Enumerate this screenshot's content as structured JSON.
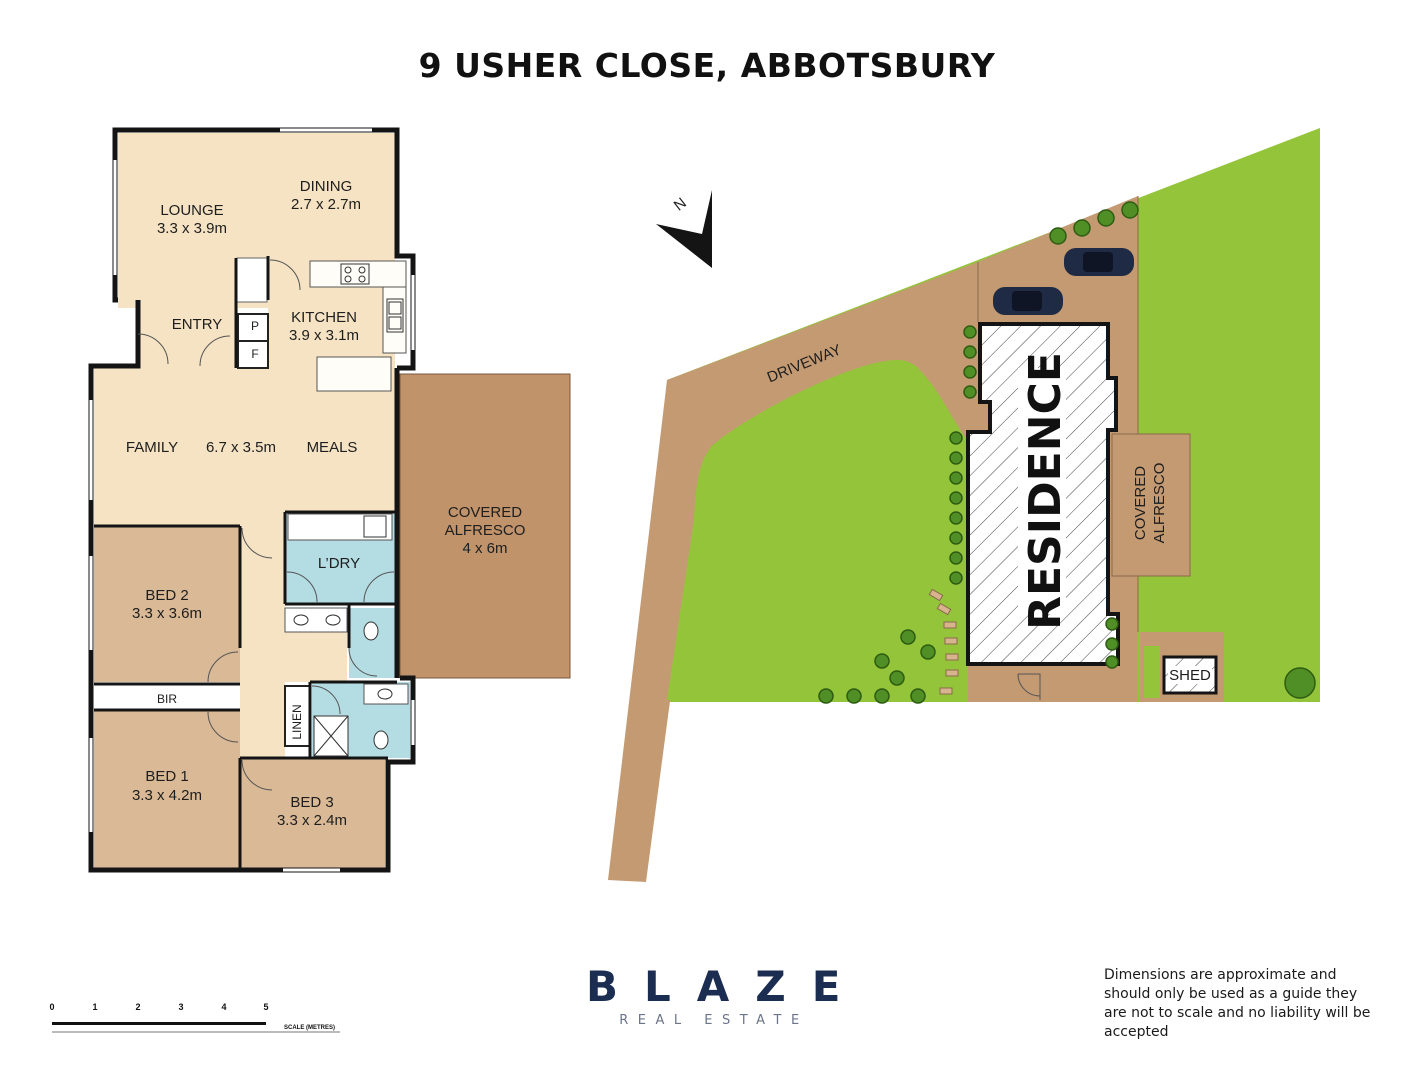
{
  "title": "9 USHER CLOSE, ABBOTSBURY",
  "floorplan": {
    "rooms": {
      "lounge": {
        "name": "LOUNGE",
        "size": "3.3 x 3.9m"
      },
      "dining": {
        "name": "DINING",
        "size": "2.7 x 2.7m"
      },
      "entry": {
        "name": "ENTRY"
      },
      "kitchen": {
        "name": "KITCHEN",
        "size": "3.9 x 3.1m"
      },
      "pantry": "P",
      "fridge": "F",
      "family": {
        "name": "FAMILY",
        "size": "6.7 x 3.5m"
      },
      "meals": {
        "name": "MEALS"
      },
      "alfresco": {
        "line1": "COVERED",
        "line2": "ALFRESCO",
        "size": "4 x 6m"
      },
      "laundry": {
        "name": "L’DRY"
      },
      "bed2": {
        "name": "BED 2",
        "size": "3.3 x 3.6m"
      },
      "bir": {
        "name": "BIR"
      },
      "bed1": {
        "name": "BED 1",
        "size": "3.3 x 4.2m"
      },
      "bed3": {
        "name": "BED 3",
        "size": "3.3 x 2.4m"
      },
      "linen": {
        "name": "LINEN"
      }
    }
  },
  "siteplan": {
    "north": "N",
    "driveway": "DRIVEWAY",
    "residence": "RESIDENCE",
    "alfresco_line1": "COVERED",
    "alfresco_line2": "ALFRESCO",
    "shed": "SHED"
  },
  "scale": {
    "ticks": [
      "0",
      "1",
      "2",
      "3",
      "4",
      "5"
    ],
    "label": "SCALE (METRES)"
  },
  "brand": {
    "name": "BLAZE",
    "sub": "REAL ESTATE"
  },
  "disclaimer": "Dimensions are approximate and should only be used as a guide they are not to scale and no liability will be accepted",
  "colors": {
    "living": "#f5e3c3",
    "bedroom": "#d9b996",
    "wet": "#b4dce3",
    "alfresco": "#c0936b",
    "lawn": "#94c43a",
    "driveway": "#c49a73",
    "wall": "#141414",
    "brand": "#1c2d52"
  }
}
